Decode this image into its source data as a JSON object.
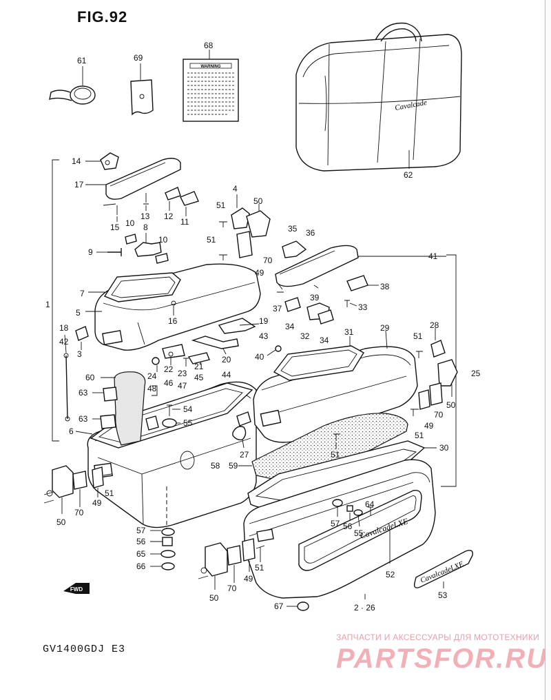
{
  "figure": {
    "title": "FIG.92",
    "model": "GV1400GDJ  E3",
    "fwd_label": "FWD",
    "warning_label": "WARNING",
    "badge_script": "Cavalcade",
    "emblem_text": "CavalcadeLXE"
  },
  "watermark": {
    "tagline": "ЗАПЧАСТИ И АКСЕССУАРЫ ДЛЯ МОТОТЕХНИКИ",
    "logo": "PARTSFOR.RU",
    "color": "#f2b0b6"
  },
  "callouts": [
    {
      "id": "c1",
      "text": "1"
    },
    {
      "id": "c3",
      "text": "3"
    },
    {
      "id": "c4",
      "text": "4"
    },
    {
      "id": "c5",
      "text": "5"
    },
    {
      "id": "c6",
      "text": "6"
    },
    {
      "id": "c7",
      "text": "7"
    },
    {
      "id": "c8",
      "text": "8"
    },
    {
      "id": "c9",
      "text": "9"
    },
    {
      "id": "c10a",
      "text": "10"
    },
    {
      "id": "c10b",
      "text": "10"
    },
    {
      "id": "c11",
      "text": "11"
    },
    {
      "id": "c12",
      "text": "12"
    },
    {
      "id": "c13",
      "text": "13"
    },
    {
      "id": "c14",
      "text": "14"
    },
    {
      "id": "c15",
      "text": "15"
    },
    {
      "id": "c16",
      "text": "16"
    },
    {
      "id": "c17",
      "text": "17"
    },
    {
      "id": "c18",
      "text": "18"
    },
    {
      "id": "c19",
      "text": "19"
    },
    {
      "id": "c20",
      "text": "20"
    },
    {
      "id": "c21",
      "text": "21"
    },
    {
      "id": "c22",
      "text": "22"
    },
    {
      "id": "c23",
      "text": "23"
    },
    {
      "id": "c24",
      "text": "24"
    },
    {
      "id": "c25",
      "text": "25"
    },
    {
      "id": "c226",
      "text": "2 · 26"
    },
    {
      "id": "c27",
      "text": "27"
    },
    {
      "id": "c28",
      "text": "28"
    },
    {
      "id": "c29",
      "text": "29"
    },
    {
      "id": "c30",
      "text": "30"
    },
    {
      "id": "c31",
      "text": "31"
    },
    {
      "id": "c32",
      "text": "32"
    },
    {
      "id": "c33",
      "text": "33"
    },
    {
      "id": "c34a",
      "text": "34"
    },
    {
      "id": "c34b",
      "text": "34"
    },
    {
      "id": "c35",
      "text": "35"
    },
    {
      "id": "c36",
      "text": "36"
    },
    {
      "id": "c37",
      "text": "37"
    },
    {
      "id": "c38",
      "text": "38"
    },
    {
      "id": "c39",
      "text": "39"
    },
    {
      "id": "c40",
      "text": "40"
    },
    {
      "id": "c41",
      "text": "41"
    },
    {
      "id": "c42",
      "text": "42"
    },
    {
      "id": "c43",
      "text": "43"
    },
    {
      "id": "c44",
      "text": "44"
    },
    {
      "id": "c45",
      "text": "45"
    },
    {
      "id": "c46",
      "text": "46"
    },
    {
      "id": "c47",
      "text": "47"
    },
    {
      "id": "c48",
      "text": "48"
    },
    {
      "id": "c49a",
      "text": "49"
    },
    {
      "id": "c49b",
      "text": "49"
    },
    {
      "id": "c49c",
      "text": "49"
    },
    {
      "id": "c49d",
      "text": "49"
    },
    {
      "id": "c50a",
      "text": "50"
    },
    {
      "id": "c50b",
      "text": "50"
    },
    {
      "id": "c50c",
      "text": "50"
    },
    {
      "id": "c50d",
      "text": "50"
    },
    {
      "id": "c51a",
      "text": "51"
    },
    {
      "id": "c51b",
      "text": "51"
    },
    {
      "id": "c51c",
      "text": "51"
    },
    {
      "id": "c51d",
      "text": "51"
    },
    {
      "id": "c51e",
      "text": "51"
    },
    {
      "id": "c51f",
      "text": "51"
    },
    {
      "id": "c51g",
      "text": "51"
    },
    {
      "id": "c52",
      "text": "52"
    },
    {
      "id": "c53",
      "text": "53"
    },
    {
      "id": "c54",
      "text": "54"
    },
    {
      "id": "c55a",
      "text": "55"
    },
    {
      "id": "c55b",
      "text": "55"
    },
    {
      "id": "c56a",
      "text": "56"
    },
    {
      "id": "c56b",
      "text": "56"
    },
    {
      "id": "c57a",
      "text": "57"
    },
    {
      "id": "c57b",
      "text": "57"
    },
    {
      "id": "c58",
      "text": "58"
    },
    {
      "id": "c59",
      "text": "59"
    },
    {
      "id": "c60",
      "text": "60"
    },
    {
      "id": "c61",
      "text": "61"
    },
    {
      "id": "c62",
      "text": "62"
    },
    {
      "id": "c63a",
      "text": "63"
    },
    {
      "id": "c63b",
      "text": "63"
    },
    {
      "id": "c64",
      "text": "64"
    },
    {
      "id": "c65",
      "text": "65"
    },
    {
      "id": "c66",
      "text": "66"
    },
    {
      "id": "c67",
      "text": "67"
    },
    {
      "id": "c68",
      "text": "68"
    },
    {
      "id": "c69",
      "text": "69"
    },
    {
      "id": "c70a",
      "text": "70"
    },
    {
      "id": "c70b",
      "text": "70"
    },
    {
      "id": "c70c",
      "text": "70"
    },
    {
      "id": "c70d",
      "text": "70"
    }
  ]
}
